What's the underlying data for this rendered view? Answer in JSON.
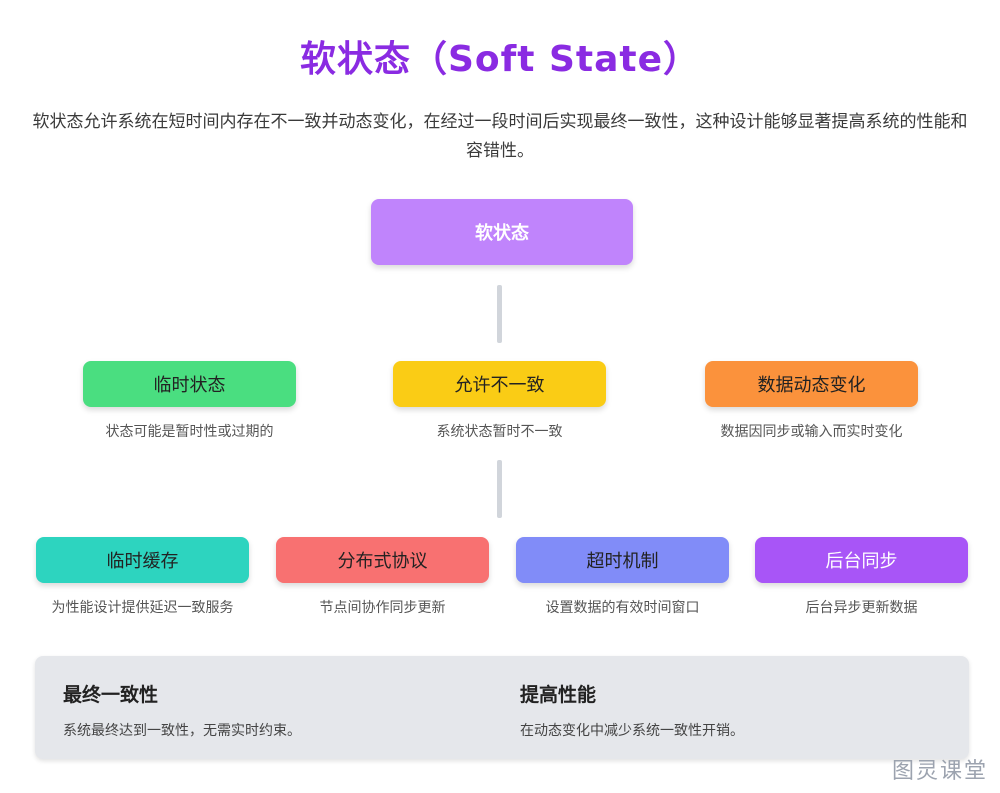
{
  "title": "软状态（Soft State）",
  "description": "软状态允许系统在短时间内存在不一致并动态变化，在经过一段时间后实现最终一致性，这种设计能够显著提高系统的性能和容错性。",
  "root": {
    "label": "软状态"
  },
  "level1": [
    {
      "label": "临时状态",
      "desc": "状态可能是暂时性或过期的",
      "color": "#4ade80"
    },
    {
      "label": "允许不一致",
      "desc": "系统状态暂时不一致",
      "color": "#facc15"
    },
    {
      "label": "数据动态变化",
      "desc": "数据因同步或输入而实时变化",
      "color": "#fb923c"
    }
  ],
  "level2": [
    {
      "label": "临时缓存",
      "desc": "为性能设计提供延迟一致服务",
      "color": "#2dd4bf"
    },
    {
      "label": "分布式协议",
      "desc": "节点间协作同步更新",
      "color": "#f87171"
    },
    {
      "label": "超时机制",
      "desc": "设置数据的有效时间窗口",
      "color": "#818cf8"
    },
    {
      "label": "后台同步",
      "desc": "后台异步更新数据",
      "color": "#a855f7"
    }
  ],
  "panel": {
    "left": {
      "heading": "最终一致性",
      "text": "系统最终达到一致性，无需实时约束。"
    },
    "right": {
      "heading": "提高性能",
      "text": "在动态变化中减少系统一致性开销。"
    }
  },
  "watermark": "图灵课堂",
  "colors": {
    "title": "#8a2be2",
    "root": "#c084fc",
    "connector": "#d1d5db",
    "panel_bg": "#e5e7eb"
  }
}
